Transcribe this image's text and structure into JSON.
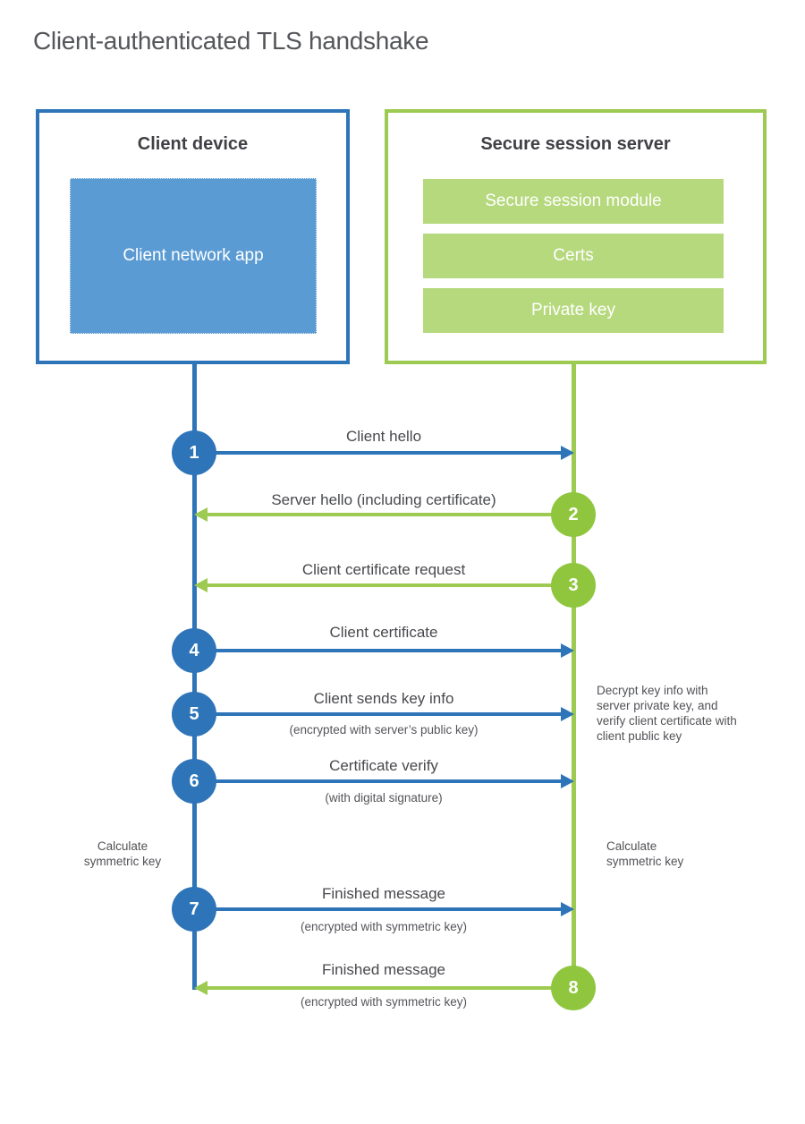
{
  "title": "Client-authenticated TLS handshake",
  "client": {
    "title": "Client device",
    "app_label": "Client network app"
  },
  "server": {
    "title": "Secure session server",
    "modules": [
      "Secure session module",
      "Certs",
      "Private key"
    ]
  },
  "messages": [
    {
      "num": "1",
      "label": "Client hello",
      "sub": "",
      "direction": "right",
      "from": "client",
      "to": "server"
    },
    {
      "num": "2",
      "label": "Server hello (including certificate)",
      "sub": "",
      "direction": "left",
      "from": "server",
      "to": "client"
    },
    {
      "num": "3",
      "label": "Client certificate request",
      "sub": "",
      "direction": "left",
      "from": "server",
      "to": "client"
    },
    {
      "num": "4",
      "label": "Client certificate",
      "sub": "",
      "direction": "right",
      "from": "client",
      "to": "server"
    },
    {
      "num": "5",
      "label": "Client sends key info",
      "sub": "(encrypted with server’s public key)",
      "direction": "right",
      "from": "client",
      "to": "server"
    },
    {
      "num": "6",
      "label": "Certificate verify",
      "sub": "(with digital signature)",
      "direction": "right",
      "from": "client",
      "to": "server"
    },
    {
      "num": "7",
      "label": "Finished message",
      "sub": "(encrypted with symmetric key)",
      "direction": "right",
      "from": "client",
      "to": "server"
    },
    {
      "num": "8",
      "label": "Finished message",
      "sub": "(encrypted with symmetric key)",
      "direction": "left",
      "from": "server",
      "to": "client"
    }
  ],
  "notes": {
    "decrypt": "Decrypt key info with server private key, and verify client certificate with client public key",
    "calculate_left": "Calculate symmetric key",
    "calculate_right": "Calculate symmetric key"
  },
  "colors": {
    "blue": "#2e74b8",
    "blue_fill": "#5b9bd3",
    "green": "#9dca51",
    "green_circle": "#8fc63e",
    "green_fill": "#b6d97e",
    "title_text": "#55565a",
    "heading_text": "#404145",
    "label_text": "#48494d"
  }
}
